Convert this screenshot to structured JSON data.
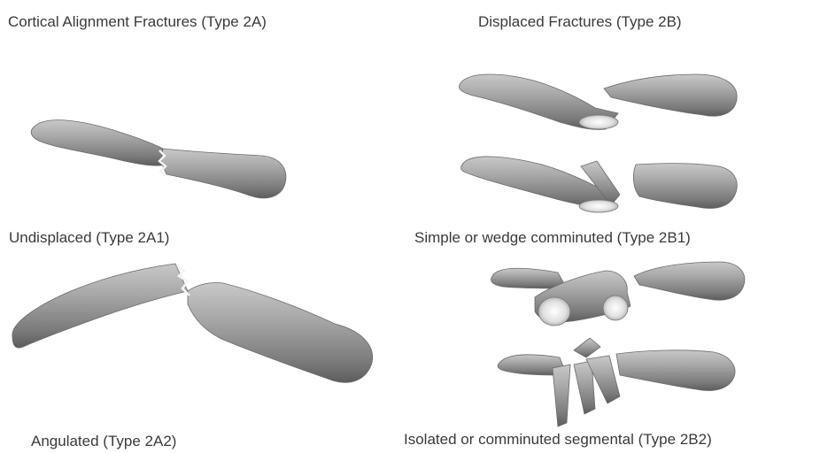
{
  "diagram": {
    "heading_left": "Cortical Alignment Fractures (Type 2A)",
    "heading_right": "Displaced Fractures (Type 2B)",
    "label_undisplaced": "Undisplaced (Type 2A1)",
    "label_angulated": "Angulated (Type 2A2)",
    "label_wedge": "Simple or wedge comminuted (Type 2B1)",
    "label_segmental": "Isolated or comminuted segmental (Type 2B2)"
  },
  "colors": {
    "bone": "#a4a4a4",
    "bone_shadow": "#5c5c5c",
    "bone_highlight": "#dcdcdc",
    "marrow": "#e8e8e8",
    "text": "#3a3a3a"
  }
}
